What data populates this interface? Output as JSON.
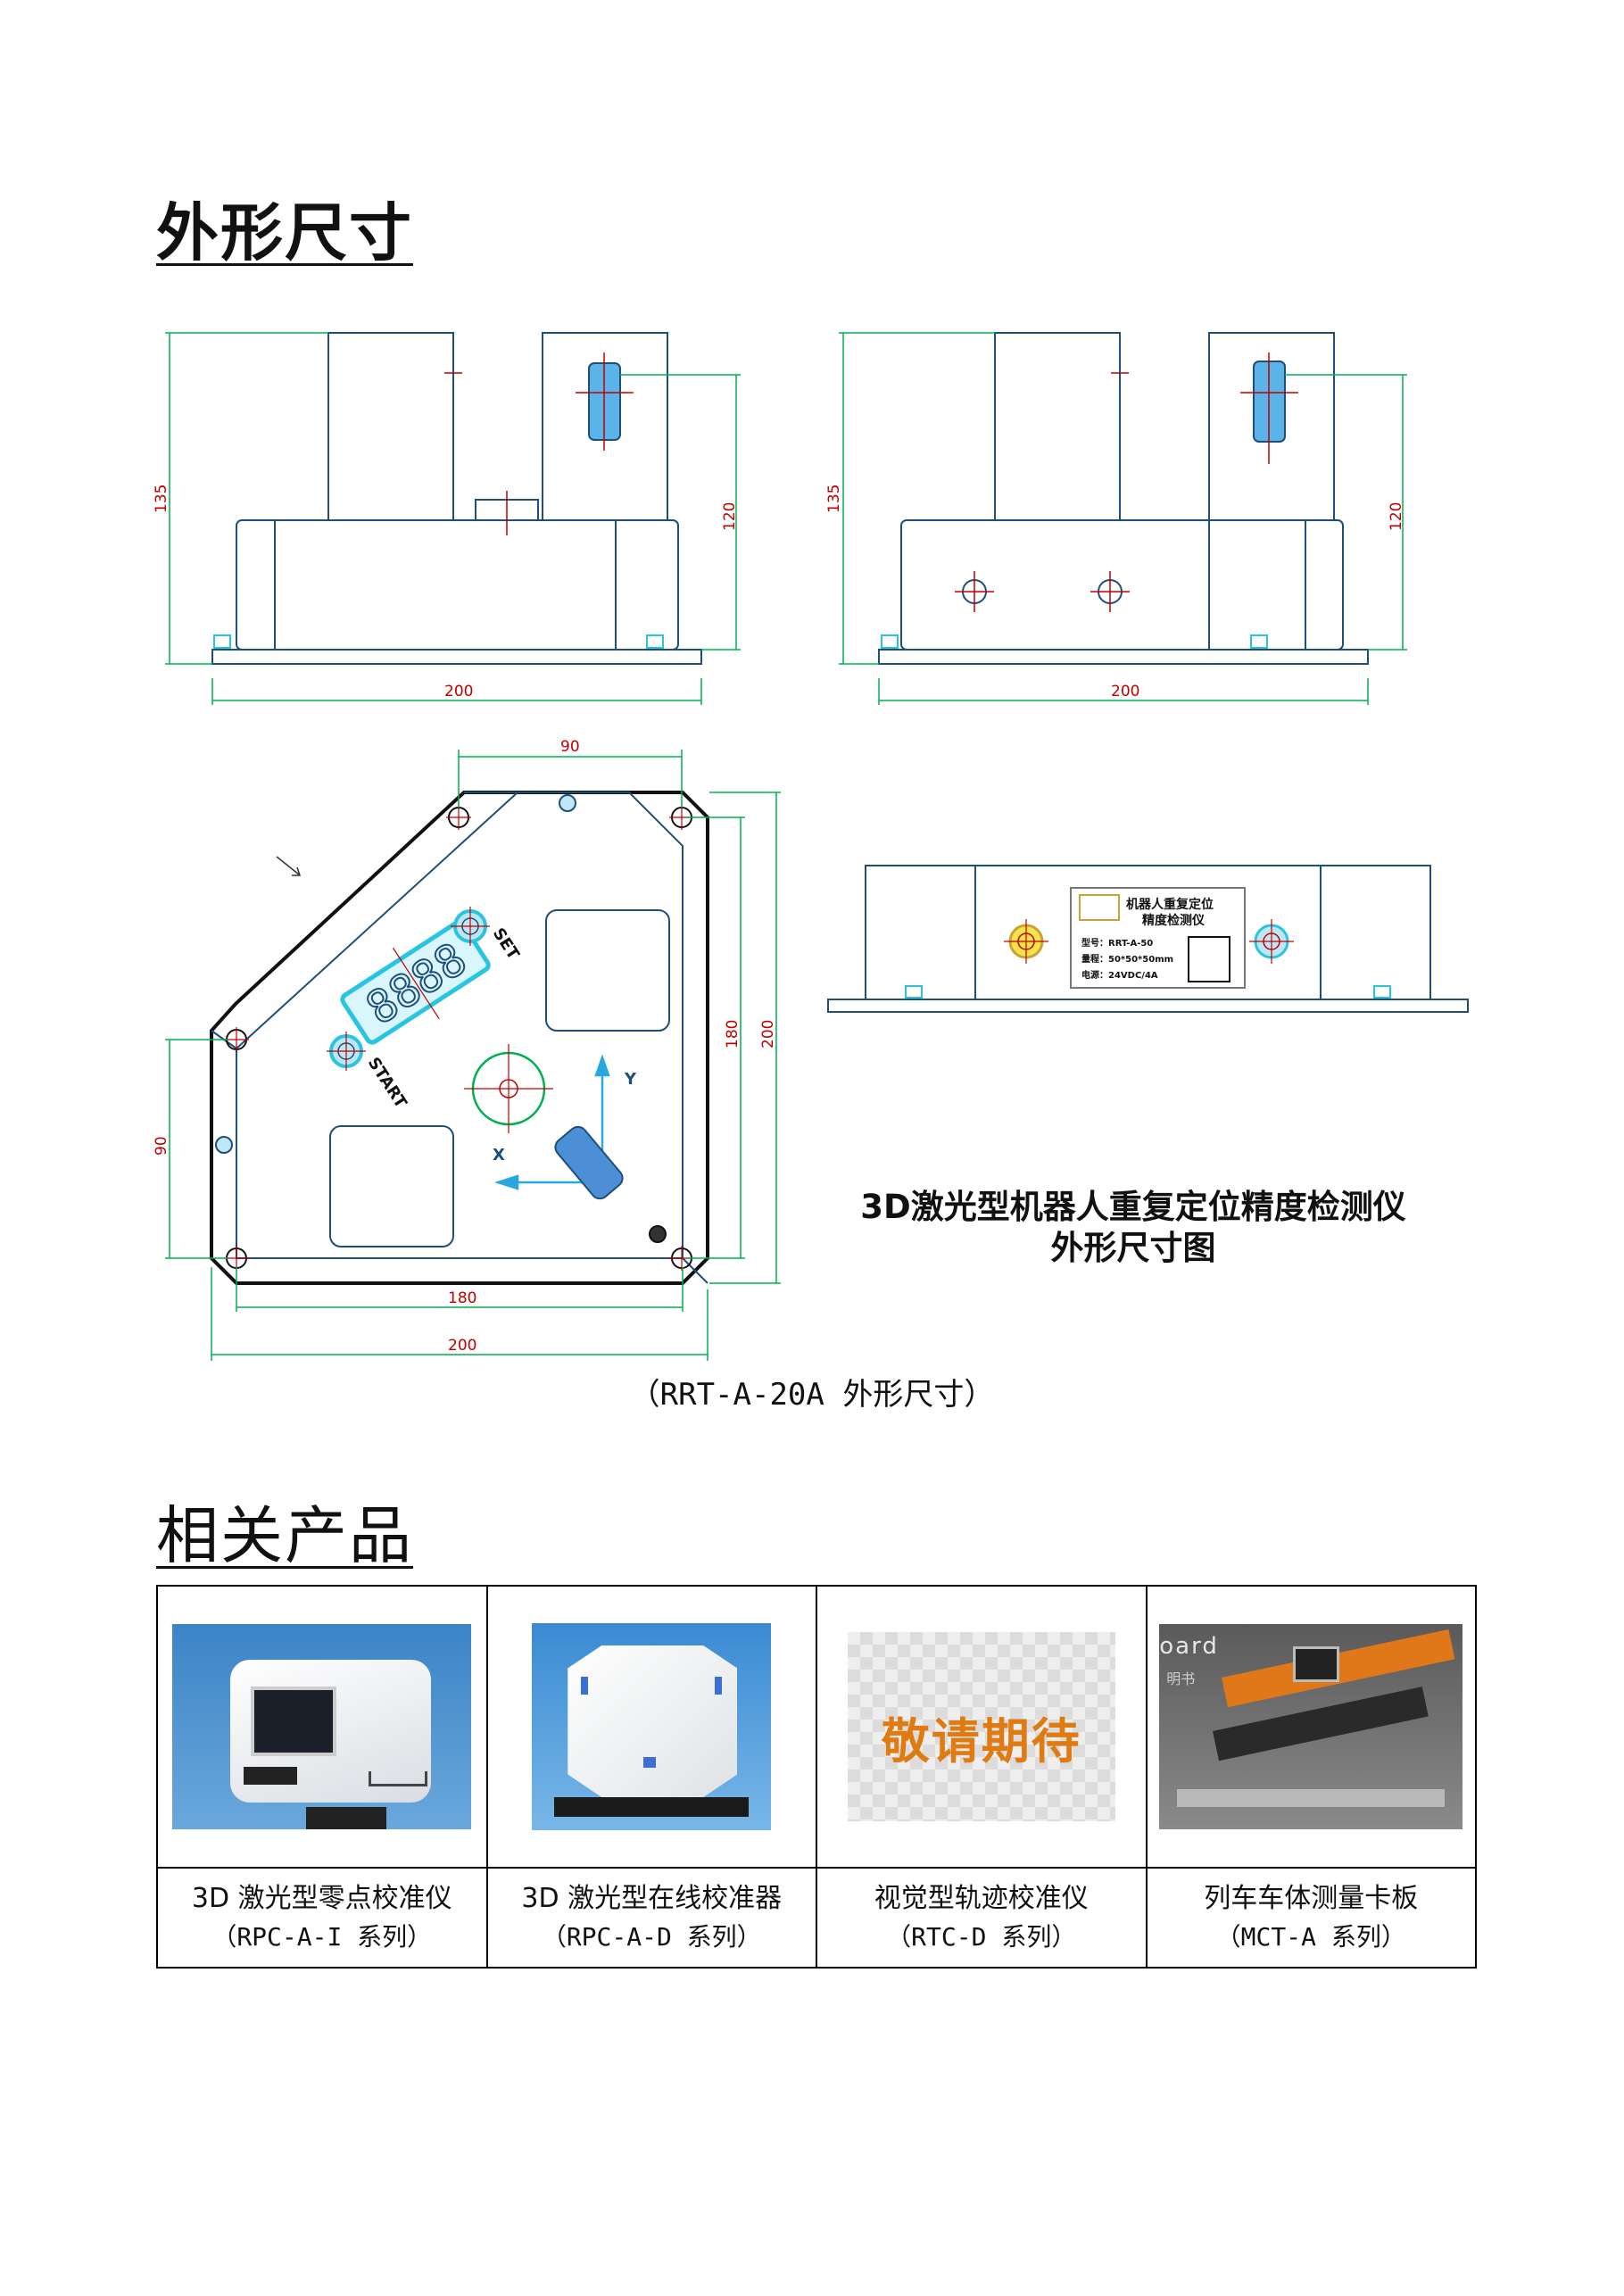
{
  "sections": {
    "dimensions_title": "外形尺寸",
    "related_title": "相关产品"
  },
  "drawing": {
    "front_height": "135",
    "front_inner_height": "120",
    "front_width": "200",
    "side_height": "135",
    "side_inner_height": "120",
    "side_width": "200",
    "top_width_upper": "90",
    "top_width_180": "180",
    "top_width_200": "200",
    "top_height_180": "180",
    "top_height_200": "200",
    "top_left_90": "90",
    "panel_set": "SET",
    "panel_start": "START",
    "axis_x": "X",
    "axis_y": "Y",
    "panel_digits": "8888",
    "label_line1": "机器人重复定位",
    "label_line2": "精度检测仪",
    "label_model": "型号：RRT-A-50",
    "label_range": "量程：50*50*50mm",
    "label_power": "电源：24VDC/4A",
    "title_line1": "3D激光型机器人重复定位精度检测仪",
    "title_line2": "外形尺寸图",
    "caption": "（RRT-A-20A 外形尺寸）"
  },
  "products": [
    {
      "name": "3D 激光型零点校准仪",
      "series": "（RPC-A-I 系列）"
    },
    {
      "name": "3D 激光型在线校准器",
      "series": "（RPC-A-D 系列）"
    },
    {
      "name": "视觉型轨迹校准仪",
      "series": "（RTC-D 系列）"
    },
    {
      "name": "列车车体测量卡板",
      "series": "（MCT-A 系列）"
    }
  ],
  "product_images": {
    "coming_soon": "敬请期待",
    "board_fragment": "oard",
    "board_fragment2": "明书"
  },
  "colors": {
    "outline": "#1f4e79",
    "dimension": "#00b050",
    "center_mark": "#c00000",
    "cyan": "#29c4e0"
  }
}
